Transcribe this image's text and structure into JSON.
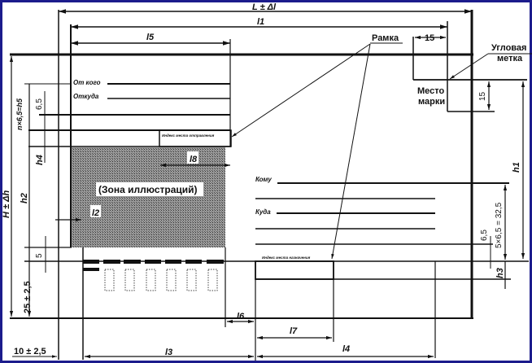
{
  "dimensions": {
    "L": "L ± Δl",
    "l1": "l1",
    "l5": "l5",
    "l8": "l8",
    "l2": "l2",
    "l6": "l6",
    "l7": "l7",
    "l3": "l3",
    "l4": "l4",
    "h1": "h1",
    "h2": "h2",
    "h3": "h3",
    "h4": "h4",
    "H": "H ± Δh",
    "n65": "n×6,5=h5",
    "d65_left": "6,5",
    "d65_right": "6,5",
    "stamp_w": "15",
    "stamp_h": "15",
    "five": "5",
    "bottom_margin": "25 ± 2,5",
    "left_margin": "10 ± 2,5",
    "address_lines": "5×6,5 = 32,5"
  },
  "labels": {
    "frame": "Рамка",
    "corner_mark_1": "Угловая",
    "corner_mark_2": "метка",
    "stamp_place_1": "Место",
    "stamp_place_2": "марки",
    "illustration_zone": "(Зона иллюстраций)",
    "from_whom": "От кого",
    "from_where": "Откуда",
    "to_whom": "Кому",
    "to_where": "Куда",
    "sender_index": "Индекс места отправления",
    "dest_index": "Индекс места назначения"
  },
  "colors": {
    "border": "#1c1c8c",
    "paper": "#ffffff",
    "ink": "#111111",
    "zone": "#8a8a8a"
  }
}
